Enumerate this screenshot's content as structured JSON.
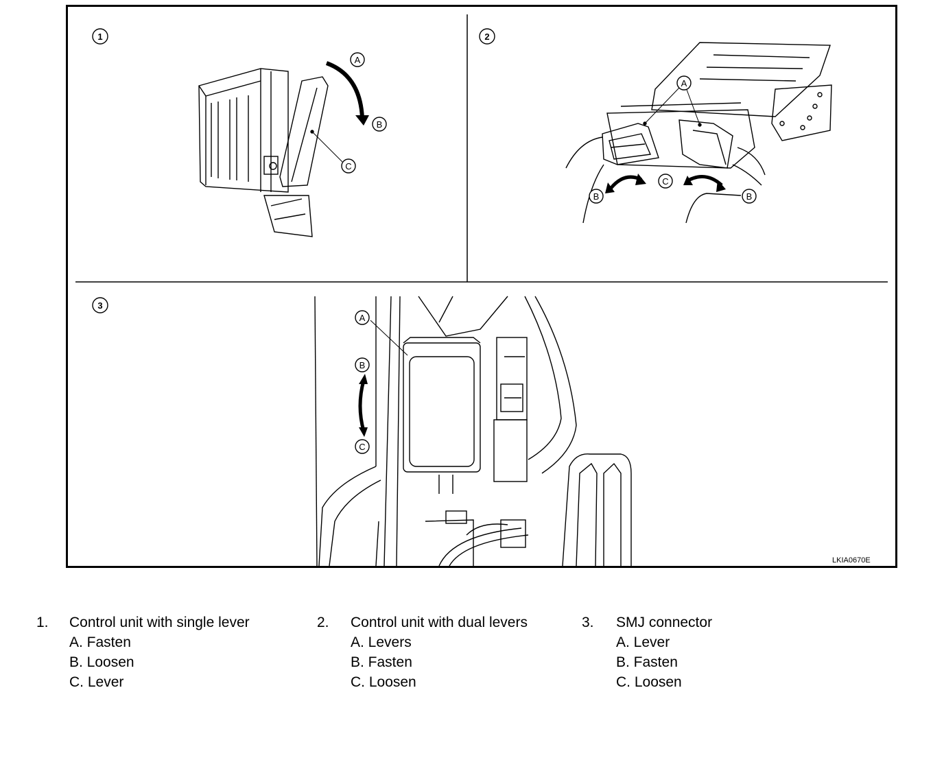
{
  "figure": {
    "code": "LKIA0670E",
    "panels": [
      {
        "number": "1",
        "callouts": {
          "a": "A",
          "b": "B",
          "c": "C"
        }
      },
      {
        "number": "2",
        "callouts": {
          "a": "A",
          "b1": "B",
          "b2": "B",
          "c": "C"
        }
      },
      {
        "number": "3",
        "callouts": {
          "a": "A",
          "b": "B",
          "c": "C"
        }
      }
    ]
  },
  "legend": [
    {
      "number": "1.",
      "title": "Control unit with single lever",
      "items": [
        "A. Fasten",
        "B. Loosen",
        "C. Lever"
      ]
    },
    {
      "number": "2.",
      "title": "Control unit with dual levers",
      "items": [
        "A. Levers",
        "B. Fasten",
        "C. Loosen"
      ]
    },
    {
      "number": "3.",
      "title": "SMJ connector",
      "items": [
        "A. Lever",
        "B. Fasten",
        "C. Loosen"
      ]
    }
  ]
}
